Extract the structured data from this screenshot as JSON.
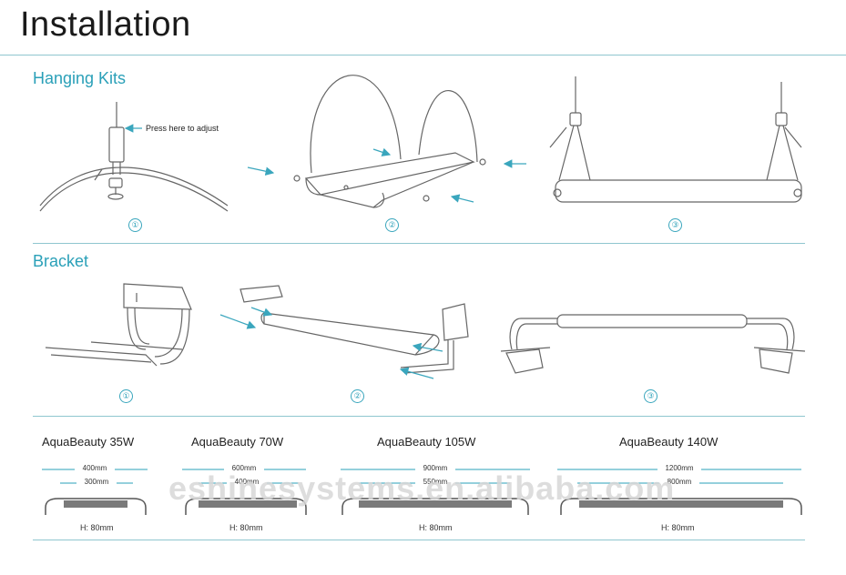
{
  "title": "Installation",
  "sections": {
    "hanging": {
      "title": "Hanging Kits",
      "callout": "Press here to adjust",
      "steps": [
        "①",
        "②",
        "③"
      ]
    },
    "bracket": {
      "title": "Bracket",
      "steps": [
        "①",
        "②",
        "③"
      ]
    }
  },
  "models": [
    {
      "name": "AquaBeauty 35W",
      "outer": "400mm",
      "inner": "300mm",
      "height": "H: 80mm"
    },
    {
      "name": "AquaBeauty 70W",
      "outer": "600mm",
      "inner": "400mm",
      "height": "H: 80mm"
    },
    {
      "name": "AquaBeauty 105W",
      "outer": "900mm",
      "inner": "550mm",
      "height": "H: 80mm"
    },
    {
      "name": "AquaBeauty 140W",
      "outer": "1200mm",
      "inner": "800mm",
      "height": "H: 80mm"
    }
  ],
  "watermark": "eshinesystems.en.alibaba.com",
  "colors": {
    "accent": "#2aa0b8",
    "rule": "#8fc6cf",
    "arrow": "#3aa6bd",
    "line": "#555555"
  }
}
